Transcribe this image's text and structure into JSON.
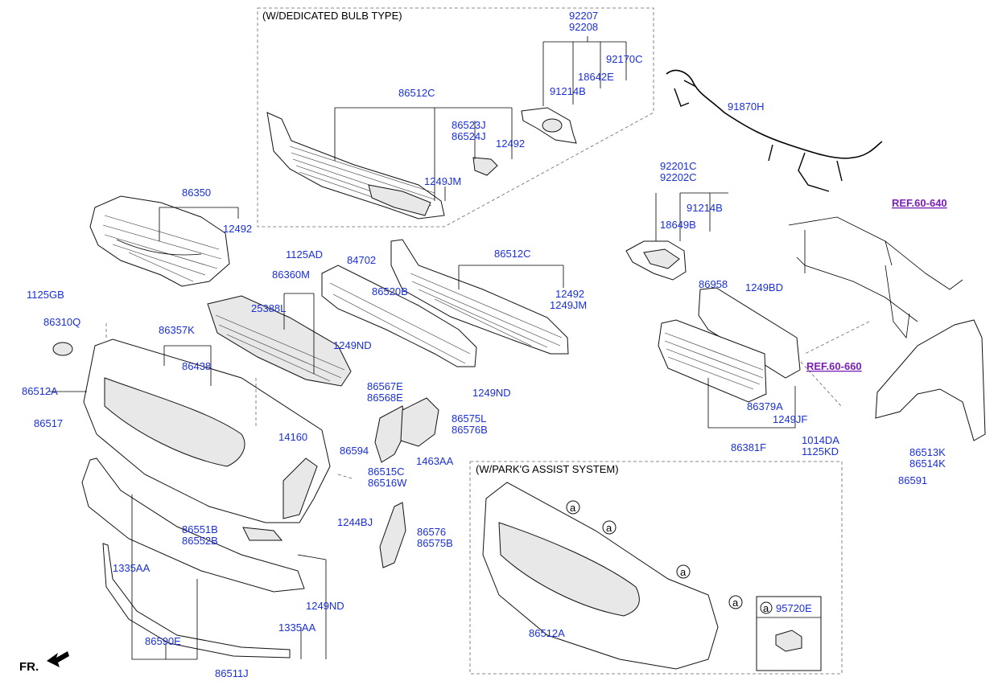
{
  "boxes": {
    "bulb": "(W/DEDICATED BULB TYPE)",
    "park": "(W/PARK'G ASSIST SYSTEM)"
  },
  "refs": [
    "REF.60-640",
    "REF.60-660"
  ],
  "labels": {
    "p92207": "92207",
    "p92208": "92208",
    "p92170C": "92170C",
    "p18642E": "18642E",
    "p91214B_a": "91214B",
    "p86512C_a": "86512C",
    "p86523J": "86523J",
    "p86524J": "86524J",
    "p12492_a": "12492",
    "p1249JM_a": "1249JM",
    "p91870H": "91870H",
    "p92201C": "92201C",
    "p92202C": "92202C",
    "p91214B_b": "91214B",
    "p18649B": "18649B",
    "p86350": "86350",
    "p12492_b": "12492",
    "p1125AD": "1125AD",
    "p84702": "84702",
    "p86512C_b": "86512C",
    "p86360M": "86360M",
    "p86520B": "86520B",
    "p12492_c": "12492",
    "p1249JM_b": "1249JM",
    "p1125GB": "1125GB",
    "p25388L": "25388L",
    "p86958": "86958",
    "p1249BD": "1249BD",
    "p86310Q": "86310Q",
    "p86357K": "86357K",
    "p1249ND_a": "1249ND",
    "p86438": "86438",
    "p86512A_a": "86512A",
    "p86567E": "86567E",
    "p86568E": "86568E",
    "p1249ND_b": "1249ND",
    "p86379A": "86379A",
    "p1249JF": "1249JF",
    "p86517": "86517",
    "p86575L": "86575L",
    "p86576B": "86576B",
    "p14160": "14160",
    "p86594": "86594",
    "p1463AA": "1463AA",
    "p86381F": "86381F",
    "p1014DA": "1014DA",
    "p1125KD": "1125KD",
    "p86513K": "86513K",
    "p86514K": "86514K",
    "p86515C": "86515C",
    "p86516W": "86516W",
    "p86591": "86591",
    "p1244BJ": "1244BJ",
    "p86551B": "86551B",
    "p86552B": "86552B",
    "p86576": "86576",
    "p86575B": "86575B",
    "p1335AA_a": "1335AA",
    "p1249ND_c": "1249ND",
    "p1335AA_b": "1335AA",
    "p86590E": "86590E",
    "p86511J": "86511J",
    "p86512A_b": "86512A",
    "p95720E": "95720E"
  },
  "callout_letter": "a",
  "fr": "FR."
}
